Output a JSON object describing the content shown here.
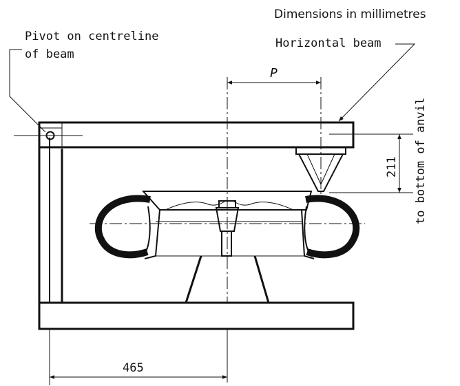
{
  "texts": {
    "dimensions_note": "Dimensions in millimetres",
    "pivot_label_line1": "Pivot on centreline",
    "pivot_label_line2": "of beam",
    "beam_label": "Horizontal beam",
    "dim_p": "P",
    "dim_211": "211",
    "anvil_label": "to bottom of anvil",
    "dim_465": "465"
  }
}
